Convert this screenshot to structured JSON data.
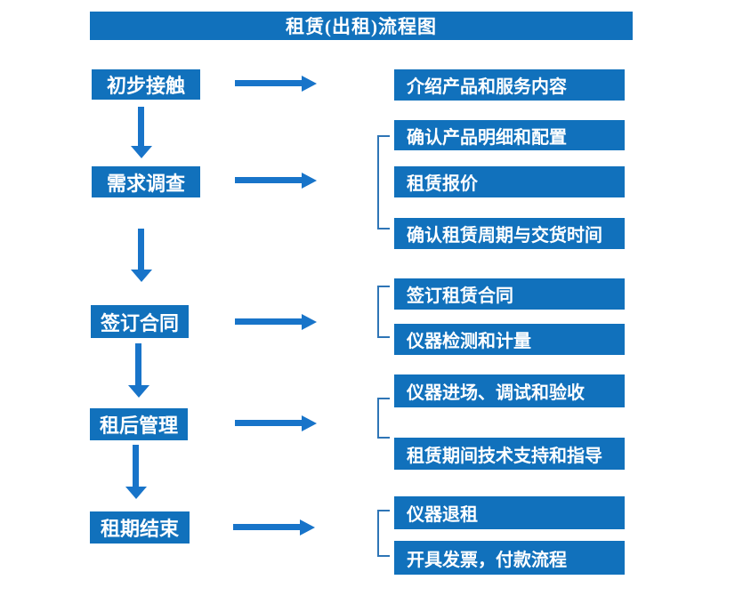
{
  "title": "租赁(出租)流程图",
  "colors": {
    "box_blue": "#1171BC",
    "arrow_blue": "#1874C9",
    "bracket_blue": "#2E75B6",
    "text_white": "#FFFFFF",
    "background": "#FFFFFF"
  },
  "stages": [
    {
      "label": "初步接触"
    },
    {
      "label": "需求调查"
    },
    {
      "label": "签订合同"
    },
    {
      "label": "租后管理"
    },
    {
      "label": "租期结束"
    }
  ],
  "details": [
    {
      "label": "介绍产品和服务内容"
    },
    {
      "label": "确认产品明细和配置"
    },
    {
      "label": "租赁报价"
    },
    {
      "label": "确认租赁周期与交货时间"
    },
    {
      "label": "签订租赁合同"
    },
    {
      "label": "仪器检测和计量"
    },
    {
      "label": "仪器进场、调试和验收"
    },
    {
      "label": "租赁期间技术支持和指导"
    },
    {
      "label": "仪器退租"
    },
    {
      "label": "开具发票，付款流程"
    }
  ]
}
